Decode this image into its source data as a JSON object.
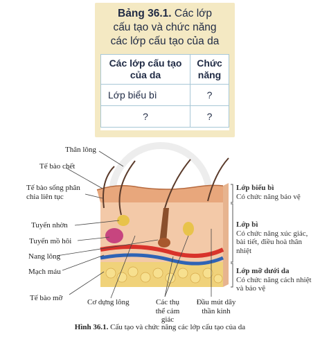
{
  "panel": {
    "title_bold": "Bảng 36.1.",
    "title_rest": " Các lớp",
    "title_line2": "cấu tạo và chức năng",
    "title_line3": "các lớp cấu tạo của da",
    "table": {
      "headers": [
        "Các lớp cấu tạo của da",
        "Chức năng"
      ],
      "rows": [
        [
          "Lớp biểu bì",
          "?"
        ],
        [
          "?",
          "?"
        ]
      ]
    }
  },
  "figure": {
    "left_labels": [
      "Thân lông",
      "Tế bào chết",
      "Tế bào sống phân chia liên tục",
      "Tuyến nhờn",
      "Tuyến mồ hôi",
      "Nang lông",
      "Mạch máu",
      "Tế bào mỡ"
    ],
    "bottom_labels": [
      "Cơ dựng lông",
      "Các thụ thể cảm giác",
      "Đầu mút dây thần kinh"
    ],
    "layers": [
      {
        "name": "Lớp biểu bì",
        "desc": "Có chức năng bảo vệ"
      },
      {
        "name": "Lớp bì",
        "desc": "Có chức năng xúc giác, bài tiết, điều hoà thân nhiệt"
      },
      {
        "name": "Lớp mỡ dưới da",
        "desc": "Có chức năng cách nhiệt và bảo vệ"
      }
    ]
  },
  "caption": {
    "bold": "Hình 36.1.",
    "text": " Cấu tạo và chức năng các lớp cấu tạo của da"
  },
  "colors": {
    "panel_bg": "#f4e9c3",
    "table_border": "#a7c7d6",
    "title_text": "#1f2a44",
    "skin_top": "#e8a77c",
    "fat": "#f0d27a",
    "vessel_red": "#d8332b",
    "vessel_blue": "#2f63b5"
  }
}
